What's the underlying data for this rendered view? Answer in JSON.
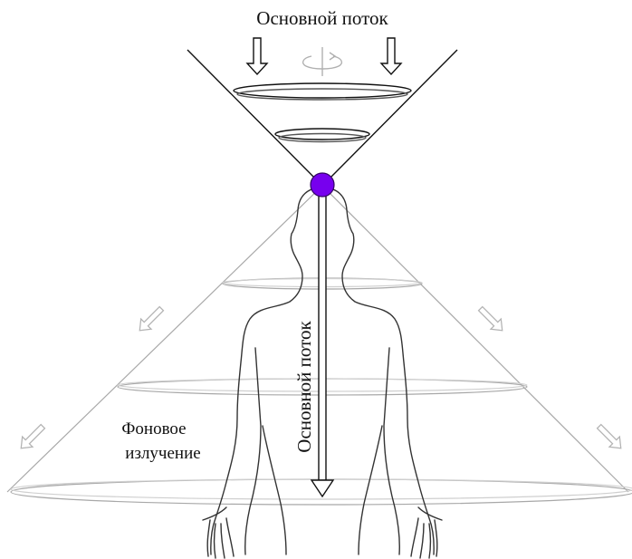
{
  "labels": {
    "top": "Основной поток",
    "vertical": "Основной поток",
    "background_line1": "Фоновое",
    "background_line2": "излучение"
  },
  "colors": {
    "node": "#7700ee",
    "node_stroke": "#330066",
    "lines": "#111111",
    "cone_lower": "#9a9a9a",
    "figure": "#333333",
    "faint_arrows": "#b0b0b0"
  },
  "icons": {
    "inflow_arrows": "down-arrow-icon",
    "rotation": "rotation-arrow-icon",
    "radiation_arrows": "diagonal-arrow-icon"
  }
}
